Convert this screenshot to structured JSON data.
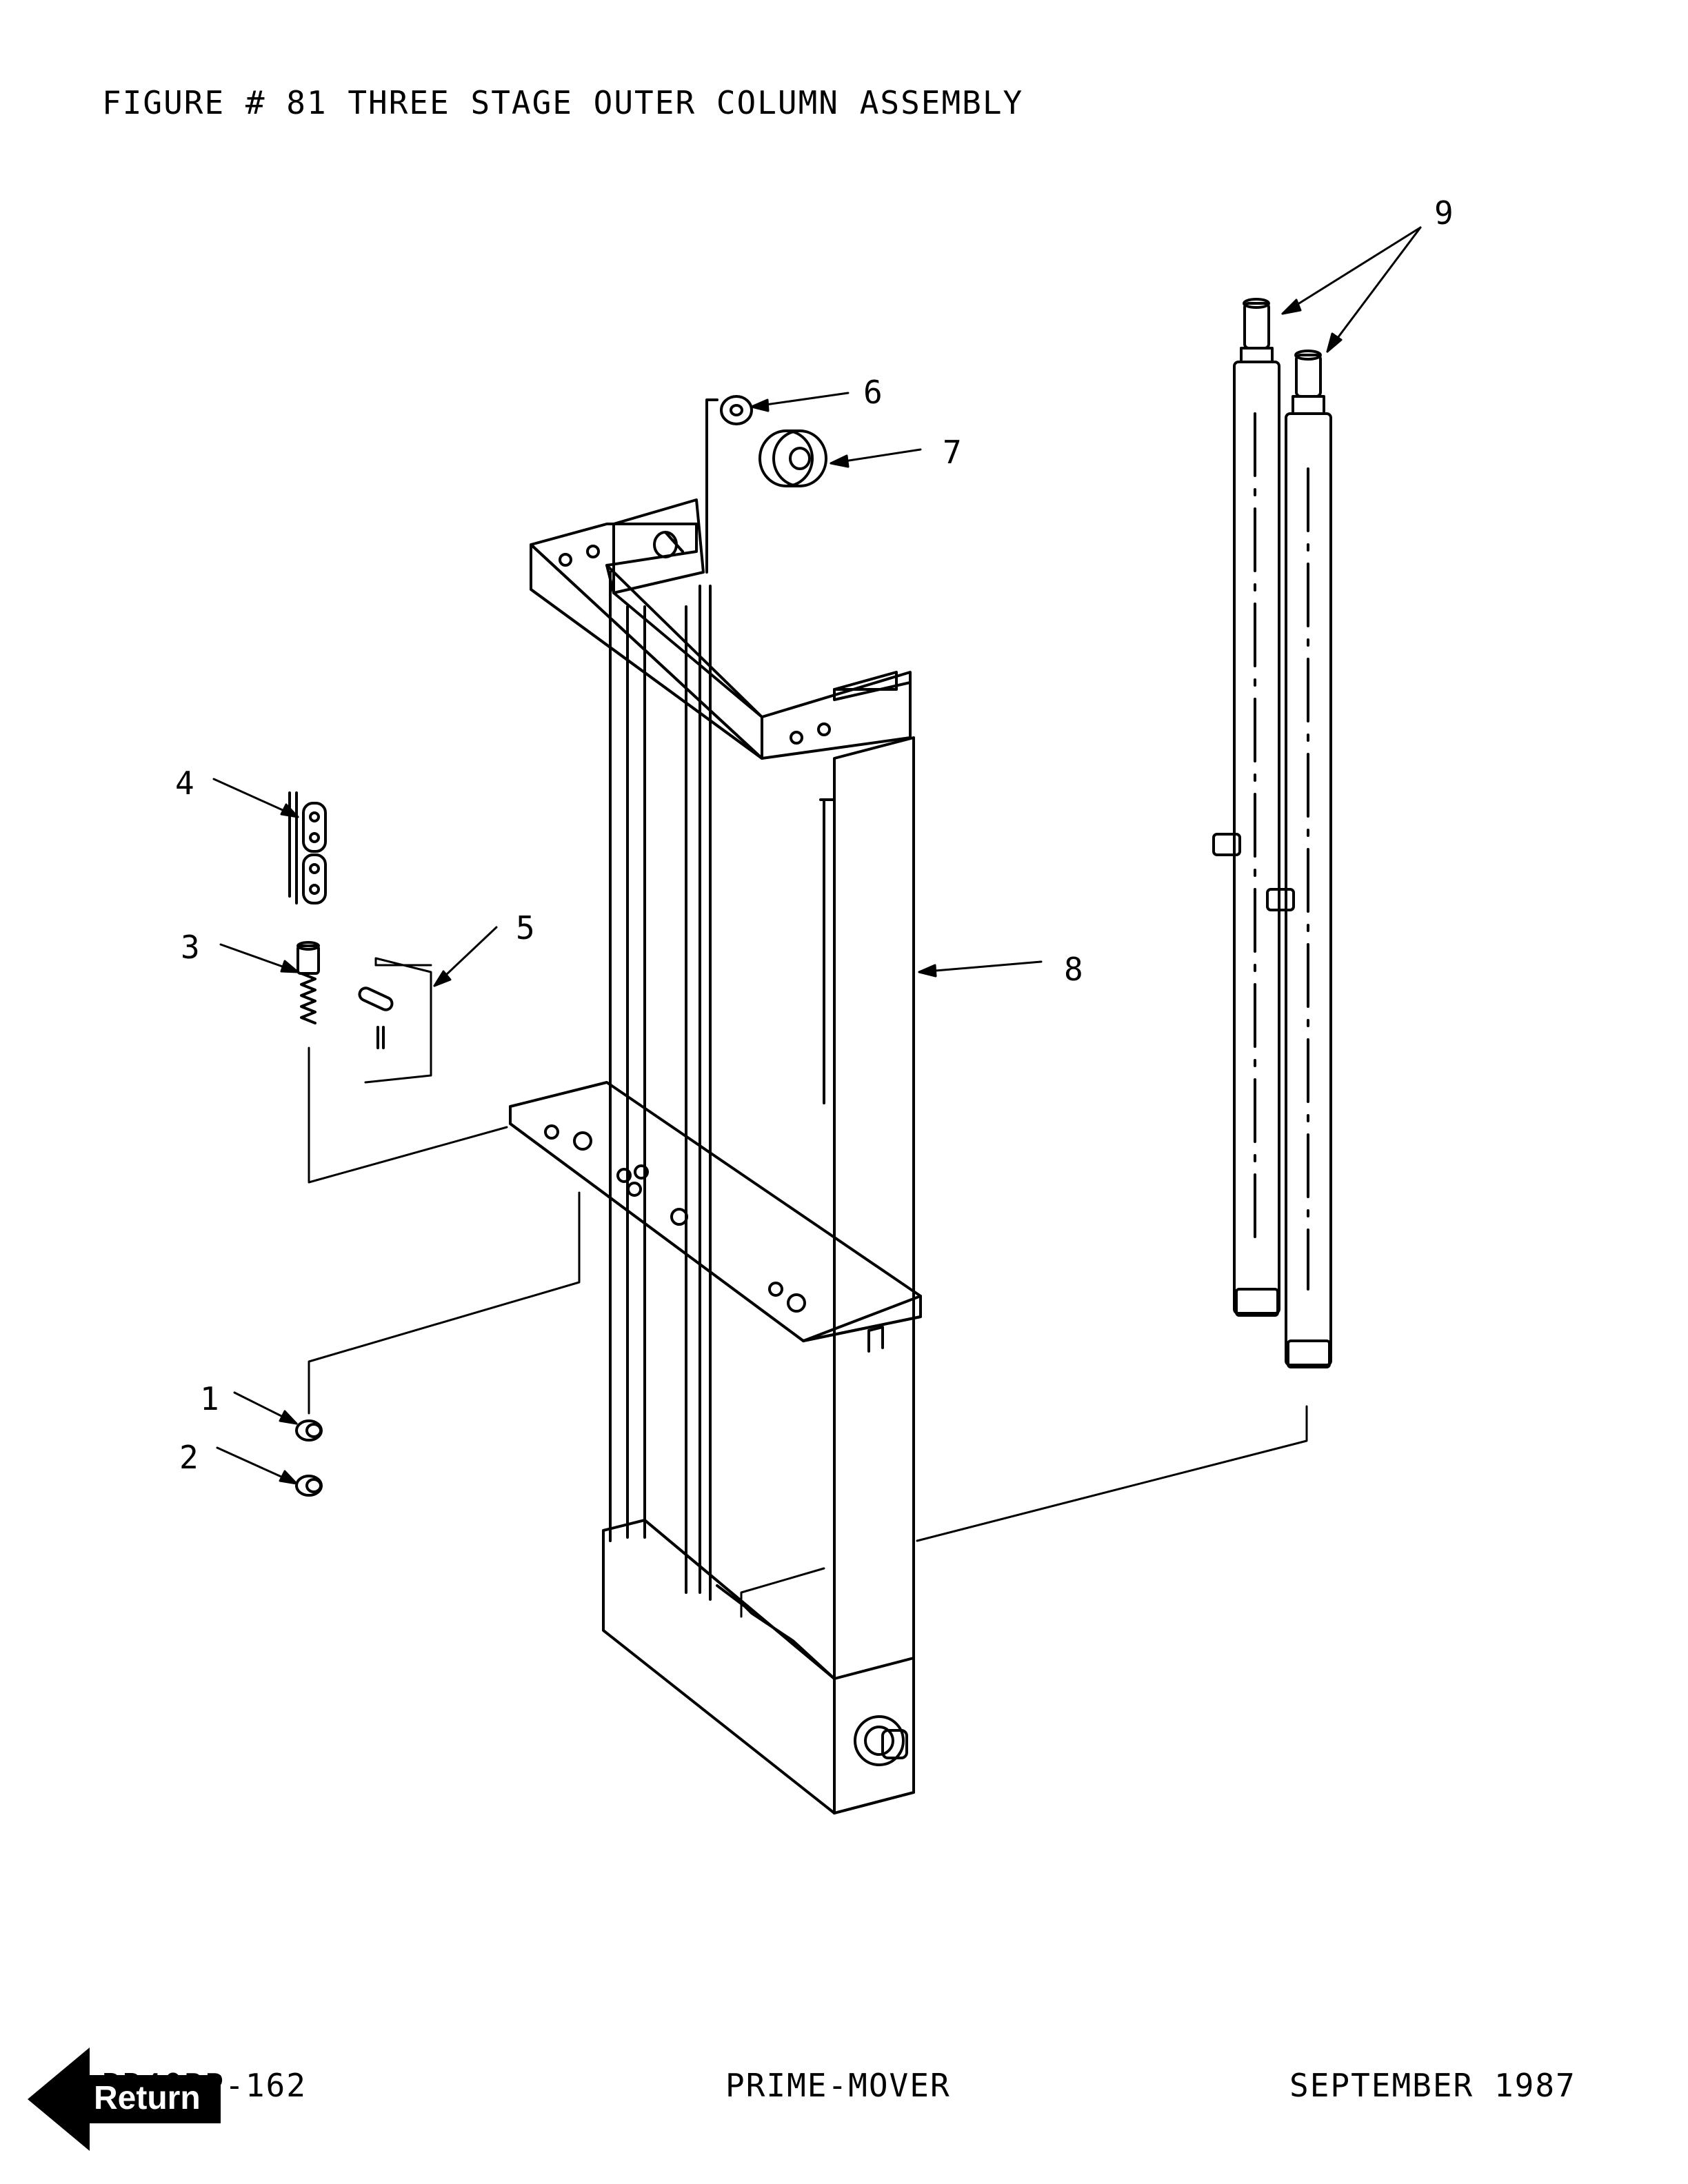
{
  "document": {
    "title": "FIGURE # 81 THREE STAGE OUTER COLUMN ASSEMBLY",
    "callouts": [
      "1",
      "2",
      "3",
      "4",
      "5",
      "6",
      "7",
      "8",
      "9"
    ]
  },
  "footer": {
    "document_number": "RR40BP-162",
    "company": "PRIME-MOVER",
    "date": "SEPTEMBER 1987"
  },
  "navigation": {
    "return_label": "Return",
    "return_icon": "left-arrow-icon",
    "return_color": "#000000"
  }
}
